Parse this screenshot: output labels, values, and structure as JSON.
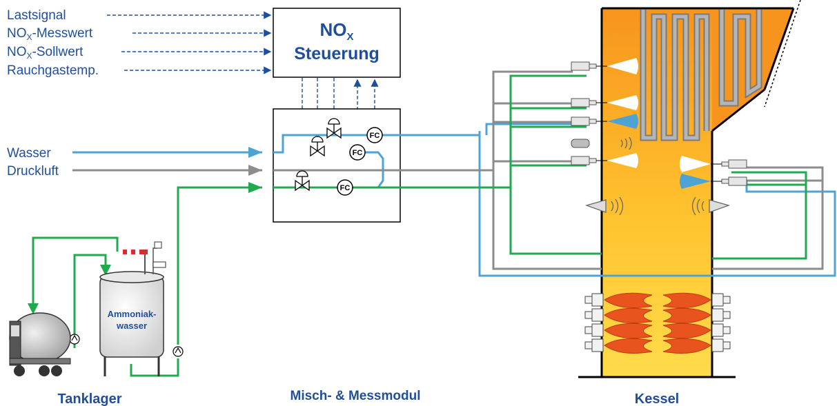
{
  "signals": {
    "load": "Lastsignal",
    "nox_measured_prefix": "NO",
    "nox_measured_sub": "X",
    "nox_measured_suffix": "-Messwert",
    "nox_setpoint_prefix": "NO",
    "nox_setpoint_sub": "X",
    "nox_setpoint_suffix": "-Sollwert",
    "fluegas_temp": "Rauchgastemp."
  },
  "controller": {
    "line1_prefix": "NO",
    "line1_sub": "X",
    "line2": "Steuerung"
  },
  "inputs": {
    "water": "Wasser",
    "compressed_air": "Druckluft"
  },
  "tank": {
    "label_line1": "Ammoniak-",
    "label_line2": "wasser"
  },
  "flow_controllers": [
    "FC",
    "FC",
    "FC"
  ],
  "sections": {
    "tank_storage": "Tanklager",
    "mixing_module": "Misch- & Messmodul",
    "boiler": "Kessel"
  },
  "colors": {
    "text": "#1f4e9c",
    "water_line": "#4da3d4",
    "air_line": "#8c8c8c",
    "ammonia_line": "#1faa4e",
    "boiler_light": "#ffd23f",
    "boiler_dark": "#f7941d",
    "flame": "#e8531e"
  }
}
